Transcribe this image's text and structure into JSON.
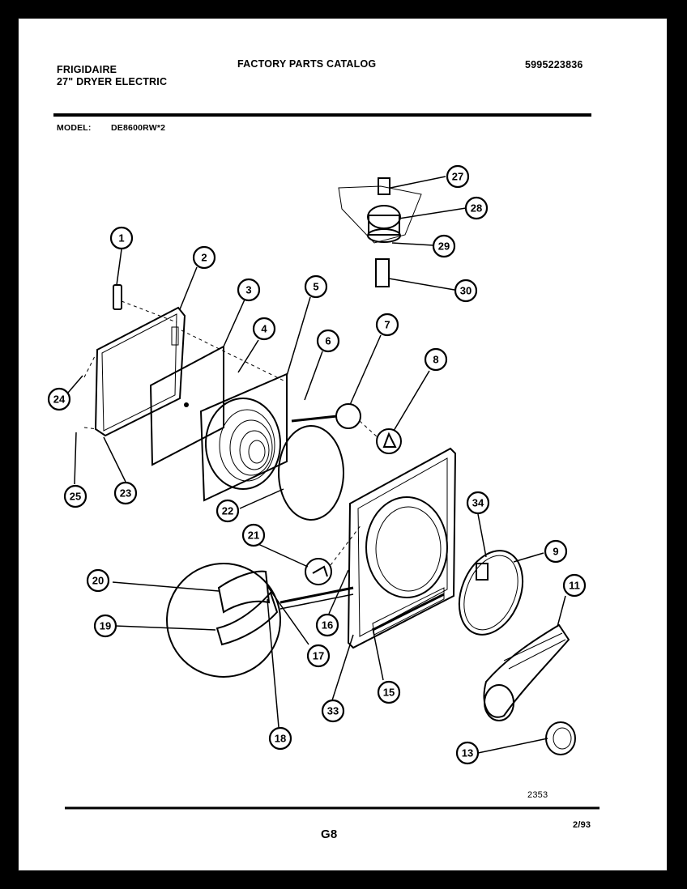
{
  "header": {
    "brand": "FRIGIDAIRE",
    "product": "27\" DRYER ELECTRIC",
    "catalog_title": "FACTORY PARTS CATALOG",
    "catalog_number": "5995223836",
    "model_label": "MODEL:",
    "model_value": "DE8600RW*2"
  },
  "callouts": [
    "1",
    "2",
    "3",
    "4",
    "5",
    "6",
    "7",
    "8",
    "9",
    "11",
    "13",
    "15",
    "16",
    "17",
    "18",
    "19",
    "20",
    "21",
    "22",
    "23",
    "24",
    "25",
    "27",
    "28",
    "29",
    "30",
    "33",
    "34"
  ],
  "footer": {
    "drawing_number": "2353",
    "page_code": "G8",
    "date": "2/93"
  }
}
